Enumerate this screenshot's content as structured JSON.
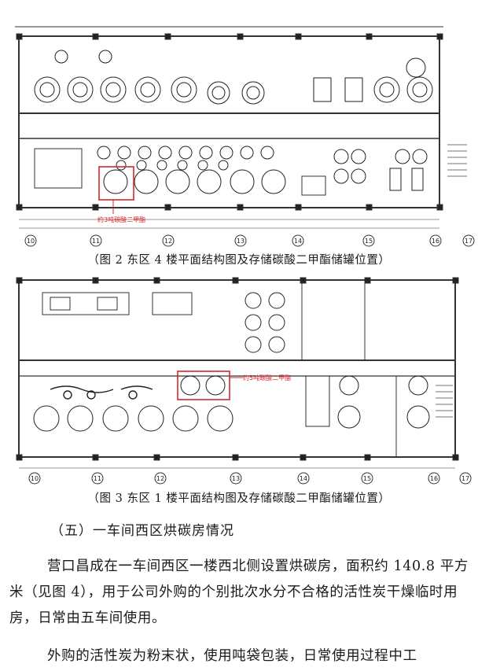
{
  "figure2": {
    "caption": "（图 2  东区 4 楼平面结构图及存储碳酸二甲酯储罐位置）",
    "axis_labels": [
      "10",
      "11",
      "12",
      "13",
      "14",
      "15",
      "16",
      "17"
    ],
    "annotation": "约3吨碳酸二甲酯"
  },
  "figure3": {
    "caption": "（图 3  东区 1 楼平面结构图及存储碳酸二甲酯储罐位置）",
    "axis_labels": [
      "10",
      "11",
      "12",
      "13",
      "14",
      "15",
      "16",
      "17"
    ],
    "annotation": "约5吨碳酸二甲酯"
  },
  "section": {
    "heading": "（五）一车间西区烘碳房情况",
    "paragraphs": [
      "营口昌成在一车间西区一楼西北侧设置烘碳房，面积约 140.8 平方米（见图 4），用于公司外购的个别批次水分不合格的活性炭干燥临时用房，日常由五车间使用。",
      "外购的活性炭为粉末状，使用吨袋包装，日常使用过程中工"
    ]
  },
  "colors": {
    "text": "#1a1a1a",
    "drawing_line": "#333333",
    "highlight_red": "#d9262b"
  }
}
